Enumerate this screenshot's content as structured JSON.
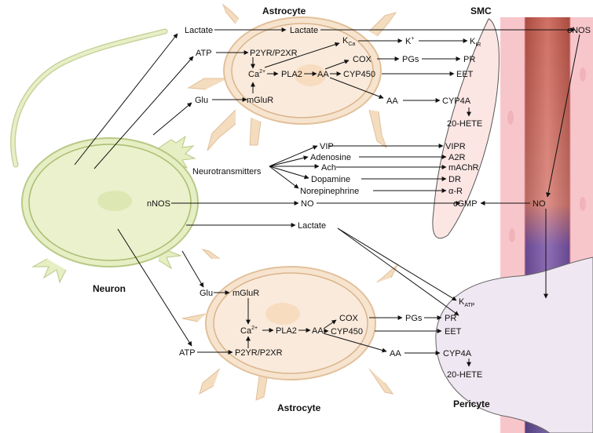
{
  "titles": {
    "astrocyte_top": "Astrocyte",
    "smc": "SMC",
    "neuron": "Neuron",
    "astrocyte_bottom": "Astrocyte",
    "pericyte": "Pericyte"
  },
  "neuron": {
    "lactate_top": "Lactate",
    "atp_top": "ATP",
    "glu_top": "Glu",
    "neurotransmitters": "Neurotransmitters",
    "nnos": "nNOS",
    "glu_bottom": "Glu",
    "atp_bottom": "ATP"
  },
  "astrocyte_top": {
    "lactate": "Lactate",
    "p2yr": "P2YR/P2XR",
    "kca_main": "K",
    "kca_sub": "Ca",
    "ca_main": "Ca",
    "ca_sup": "2+",
    "pla2": "PLA2",
    "aa": "AA",
    "cox": "COX",
    "cyp450": "CYP450",
    "mglur": "mGluR",
    "aa_out": "AA"
  },
  "neurotransmitter_list": {
    "vip": "VIP",
    "adenosine": "Adenosine",
    "ach": "Ach",
    "dopamine": "Dopamine",
    "norepinephrine": "Norepinephrine",
    "no": "NO",
    "lactate": "Lactate"
  },
  "smc": {
    "kplus_main": "K",
    "kplus_sup": "+",
    "kir_main": "K",
    "kir_sub": "IR",
    "pgs": "PGs",
    "pr": "PR",
    "eet": "EET",
    "cyp4a": "CYP4A",
    "hete": "20-HETE",
    "vipr": "VIPR",
    "a2r": "A2R",
    "machr": "mAChR",
    "dr": "DR",
    "ar": "α-R",
    "cgmp": "cGMP"
  },
  "vessel": {
    "enos": "eNOS",
    "no": "NO"
  },
  "astrocyte_bottom": {
    "mglur": "mGluR",
    "ca_main": "Ca",
    "ca_sup": "2+",
    "pla2": "PLA2",
    "aa": "AA",
    "cox": "COX",
    "cyp450": "CYP450",
    "p2yr": "P2YR/P2XR",
    "aa_out": "AA"
  },
  "pericyte": {
    "katp_main": "K",
    "katp_sub": "ATP",
    "pgs": "PGs",
    "pr": "PR",
    "eet": "EET",
    "cyp4a": "CYP4A",
    "hete": "20-HETE"
  },
  "colors": {
    "neuron_fill": "#e8efc8",
    "neuron_stroke": "#b8c985",
    "astrocyte_fill": "#f7e6d2",
    "astrocyte_stroke": "#e2c09a",
    "smc_fill": "#fbe8e6",
    "vessel_wall": "#f8c8cc",
    "vessel_core": "#c45a4e",
    "vessel_core_dark": "#6a4a9a",
    "pericyte_fill": "#efe8f1",
    "arrow": "#111111"
  }
}
